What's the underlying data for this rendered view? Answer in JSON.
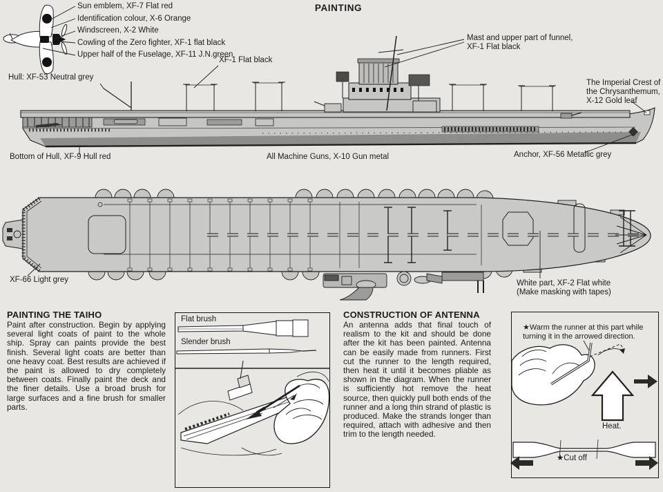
{
  "page_title": "PAINTING",
  "aircraft_labels": [
    "Sun emblem, XF-7 Flat red",
    "Identification colour, X-6 Orange",
    "Windscreen, X-2 White",
    "Cowling of the Zero fighter, XF-1 flat black",
    "Upper half of the Fuselage, XF-11 J.N.green"
  ],
  "side_view_labels": {
    "hull": "Hull: XF-53 Neutral grey",
    "deck_black": "XF-1 Flat black",
    "mast_line1": "Mast and upper part of funnel,",
    "mast_line2": "XF-1 Flat black",
    "crest_line1": "The Imperial Crest of",
    "crest_line2": "the Chrysanthemum,",
    "crest_line3": "X-12 Gold leaf",
    "bottom_hull": "Bottom of Hull, XF-9 Hull red",
    "machine_guns": "All Machine Guns, X-10 Gun metal",
    "anchor": "Anchor, XF-56 Metallic grey"
  },
  "deck_view_labels": {
    "deck_grey": "XF-66 Light grey",
    "white_part_line1": "White part, XF-2 Flat white",
    "white_part_line2": "(Make masking with tapes)"
  },
  "painting_article": {
    "heading": "PAINTING THE TAIHO",
    "body": "Paint after construction. Begin by applying several light coats of paint to the whole ship. Spray can paints provide the best finish. Several light coats are better than one heavy coat. Best results are achieved if the paint is allowed to dry completely between coats. Finally paint the deck and the finer details. Use a broad brush for large surfaces and a fine brush for smaller parts."
  },
  "brush_box": {
    "flat_label": "Flat brush",
    "slender_label": "Slender brush"
  },
  "antenna_article": {
    "heading": "CONSTRUCTION OF ANTENNA",
    "body": "An antenna adds that final touch of realism to the kit and should be done after the kit has been painted. Antenna can be easily made from runners. First cut the runner to the length required, then heat it until it becomes pliable as shown in the diagram. When the runner is sufficiently hot remove the heat source, then quickly pull both ends of the runner and a long thin strand of plastic is produced. Make the strands longer than required, attach with adhesive and then trim to the length needed."
  },
  "antenna_box": {
    "warm_note": "★Warm the runner at this part while turning it in the arrowed direction.",
    "heat_label": "Heat.",
    "cut_off_label": "★Cut off"
  },
  "colors": {
    "background": "#e9e7e4",
    "ship_grey": "#c6c6c4",
    "shadow_grey": "#9c9c9a",
    "waterline_grey": "#8d8d8b",
    "ink": "#1f1f1f"
  }
}
